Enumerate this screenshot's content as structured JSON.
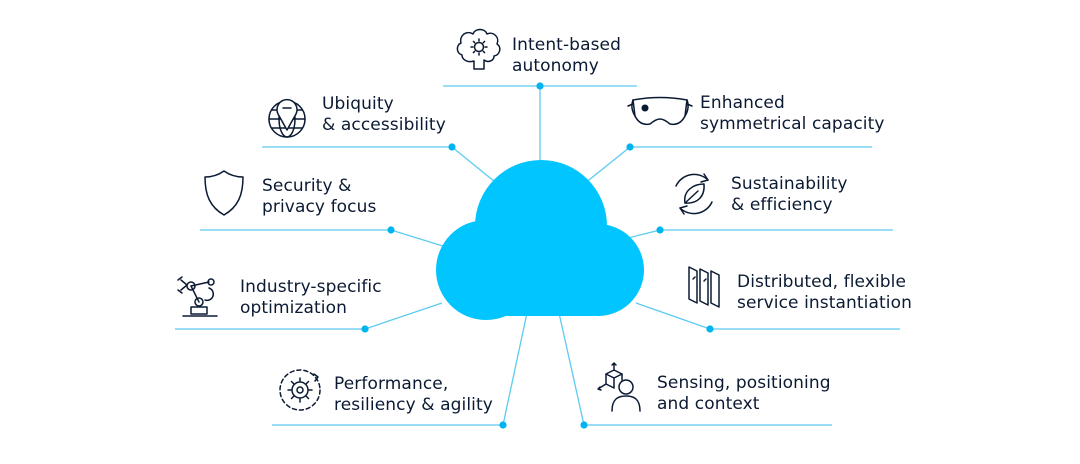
{
  "colors": {
    "accent": "#00c5ff",
    "line": "#5ccbf0",
    "ink": "#0b1a33"
  },
  "features": [
    {
      "id": "intent",
      "icon": "brain-gear-icon",
      "lines": [
        "Intent-based",
        "autonomy"
      ]
    },
    {
      "id": "enhanced",
      "icon": "vr-headset-icon",
      "lines": [
        "Enhanced",
        "symmetrical capacity"
      ]
    },
    {
      "id": "ubiquity",
      "icon": "globe-pin-icon",
      "lines": [
        "Ubiquity",
        "& accessibility"
      ]
    },
    {
      "id": "security",
      "icon": "shield-icon",
      "lines": [
        "Security &",
        "privacy focus"
      ]
    },
    {
      "id": "sustainability",
      "icon": "leaf-cycle-icon",
      "lines": [
        "Sustainability",
        "& efficiency"
      ]
    },
    {
      "id": "industry",
      "icon": "robot-arm-icon",
      "lines": [
        "Industry-specific",
        "optimization"
      ]
    },
    {
      "id": "distributed",
      "icon": "stacked-layers-icon",
      "lines": [
        "Distributed, flexible",
        "service instantiation"
      ]
    },
    {
      "id": "performance",
      "icon": "gear-cycle-icon",
      "lines": [
        "Performance,",
        "resiliency & agility"
      ]
    },
    {
      "id": "sensing",
      "icon": "person-cube-icon",
      "lines": [
        "Sensing, positioning",
        "and context"
      ]
    }
  ]
}
